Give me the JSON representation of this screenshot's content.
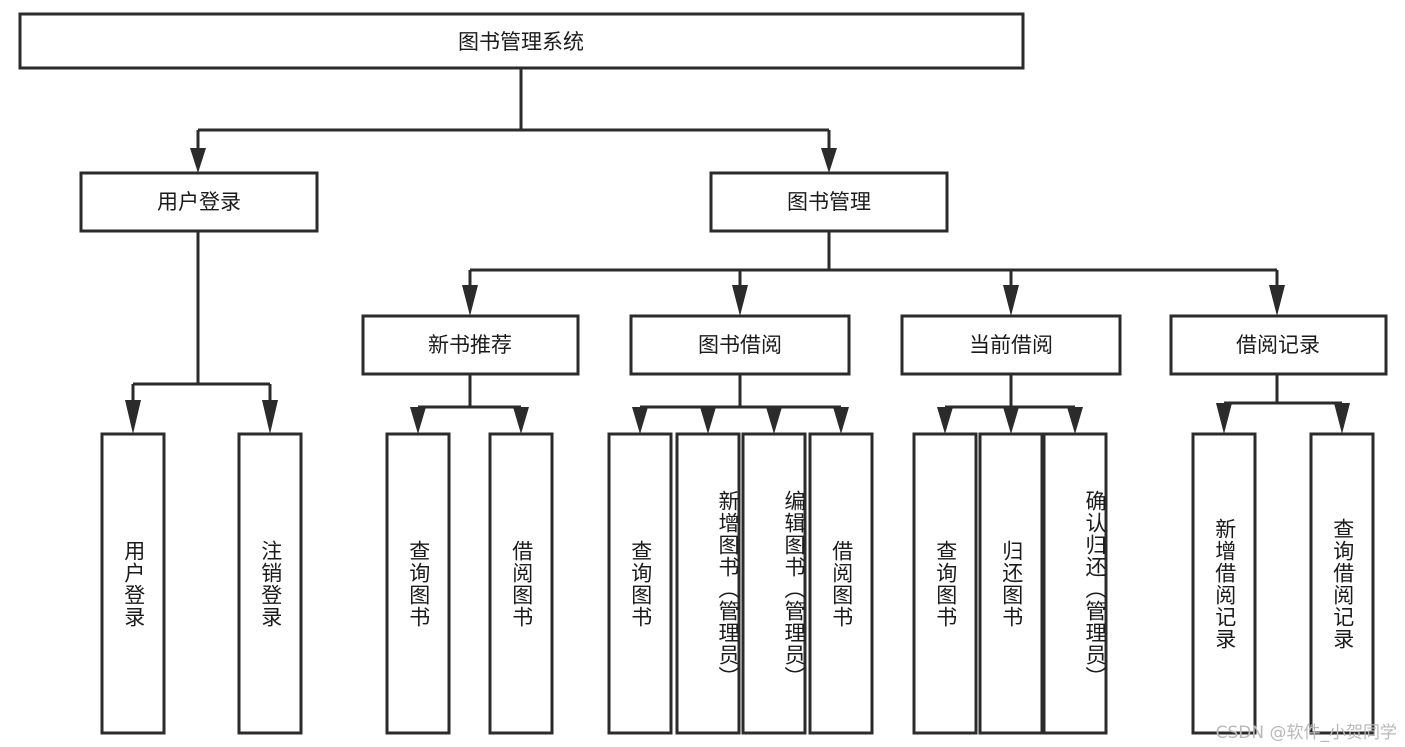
{
  "diagram": {
    "type": "tree",
    "title": "图书管理系统",
    "watermark": "CSDN @软件_小贺同学",
    "nodes": {
      "root": {
        "label": "图书管理系统",
        "level": 0,
        "orientation": "horizontal"
      },
      "user_login": {
        "label": "用户登录",
        "level": 1,
        "orientation": "horizontal"
      },
      "book_manage": {
        "label": "图书管理",
        "level": 1,
        "orientation": "horizontal"
      },
      "new_book_rec": {
        "label": "新书推荐",
        "level": 2,
        "orientation": "horizontal"
      },
      "book_borrow": {
        "label": "图书借阅",
        "level": 2,
        "orientation": "horizontal"
      },
      "current_borrow": {
        "label": "当前借阅",
        "level": 2,
        "orientation": "horizontal"
      },
      "borrow_record": {
        "label": "借阅记录",
        "level": 2,
        "orientation": "horizontal"
      },
      "leaf_user_login": {
        "label": "用户登录",
        "level": 3,
        "orientation": "vertical"
      },
      "leaf_logout": {
        "label": "注销登录",
        "level": 3,
        "orientation": "vertical"
      },
      "leaf_query_book_1": {
        "label": "查询图书",
        "level": 3,
        "orientation": "vertical"
      },
      "leaf_borrow_book_1": {
        "label": "借阅图书",
        "level": 3,
        "orientation": "vertical"
      },
      "leaf_query_book_2": {
        "label": "查询图书",
        "level": 3,
        "orientation": "vertical"
      },
      "leaf_add_book": {
        "label": "新增图书（管理员）",
        "level": 3,
        "orientation": "vertical"
      },
      "leaf_edit_book": {
        "label": "编辑图书（管理员）",
        "level": 3,
        "orientation": "vertical"
      },
      "leaf_borrow_book_2": {
        "label": "借阅图书",
        "level": 3,
        "orientation": "vertical"
      },
      "leaf_query_book_3": {
        "label": "查询图书",
        "level": 3,
        "orientation": "vertical"
      },
      "leaf_return_book": {
        "label": "归还图书",
        "level": 3,
        "orientation": "vertical"
      },
      "leaf_confirm_return": {
        "label": "确认归还（管理员）",
        "level": 3,
        "orientation": "vertical"
      },
      "leaf_add_record": {
        "label": "新增借阅记录",
        "level": 3,
        "orientation": "vertical"
      },
      "leaf_query_record": {
        "label": "查询借阅记录",
        "level": 3,
        "orientation": "vertical"
      }
    },
    "edges": [
      {
        "from": "root",
        "to": "user_login"
      },
      {
        "from": "root",
        "to": "book_manage"
      },
      {
        "from": "user_login",
        "to": "leaf_user_login"
      },
      {
        "from": "user_login",
        "to": "leaf_logout"
      },
      {
        "from": "book_manage",
        "to": "new_book_rec"
      },
      {
        "from": "book_manage",
        "to": "book_borrow"
      },
      {
        "from": "book_manage",
        "to": "current_borrow"
      },
      {
        "from": "book_manage",
        "to": "borrow_record"
      },
      {
        "from": "new_book_rec",
        "to": "leaf_query_book_1"
      },
      {
        "from": "new_book_rec",
        "to": "leaf_borrow_book_1"
      },
      {
        "from": "book_borrow",
        "to": "leaf_query_book_2"
      },
      {
        "from": "book_borrow",
        "to": "leaf_add_book"
      },
      {
        "from": "book_borrow",
        "to": "leaf_edit_book"
      },
      {
        "from": "book_borrow",
        "to": "leaf_borrow_book_2"
      },
      {
        "from": "current_borrow",
        "to": "leaf_query_book_3"
      },
      {
        "from": "current_borrow",
        "to": "leaf_return_book"
      },
      {
        "from": "current_borrow",
        "to": "leaf_confirm_return"
      },
      {
        "from": "borrow_record",
        "to": "leaf_add_record"
      },
      {
        "from": "borrow_record",
        "to": "leaf_query_record"
      }
    ],
    "colors": {
      "stroke": "#2b2b2b",
      "fill": "#ffffff",
      "text": "#1b1b1b",
      "watermark": "#b9b9b9"
    }
  }
}
